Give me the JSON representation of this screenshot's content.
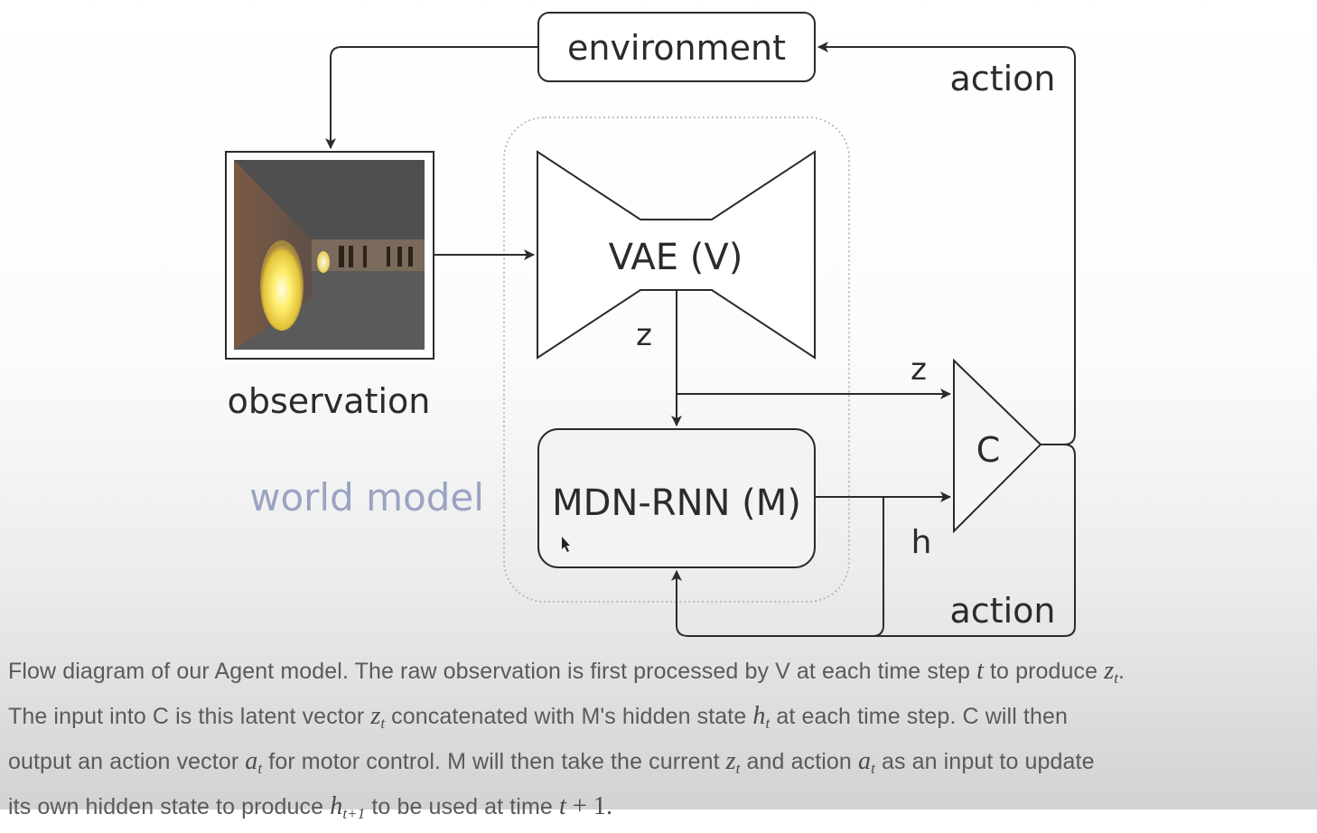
{
  "diagram": {
    "nodes": {
      "environment": "environment",
      "observation": "observation",
      "vae": "VAE (V)",
      "mdn_rnn": "MDN-RNN (M)",
      "controller": "C",
      "world_model": "world model"
    },
    "edge_labels": {
      "action_top": "action",
      "action_bottom": "action",
      "z_vae": "z",
      "z_controller": "z",
      "h_controller": "h"
    },
    "colors": {
      "stroke": "#2b2b2b",
      "world_model_label": "#9aa3c2",
      "world_model_border": "#a9aec4"
    }
  },
  "caption": {
    "line1": {
      "a": "Flow diagram of our Agent model. The raw observation is first processed by V at each time step ",
      "t": "t",
      "b": " to produce ",
      "z": "z",
      "zsub": "t",
      "c": "."
    },
    "line2": {
      "a": "The input into C is this latent vector ",
      "z": "z",
      "zsub": "t",
      "b": " concatenated with M's hidden state ",
      "h": "h",
      "hsub": "t",
      "c": " at each time step. C will then"
    },
    "line3": {
      "a": "output an action vector ",
      "a1": "a",
      "a1sub": "t",
      "b": " for motor control. M will then take the current ",
      "z": "z",
      "zsub": "t",
      "c": " and action ",
      "a2": "a",
      "a2sub": "t",
      "d": " as an input to update"
    },
    "line4": {
      "a": "its own hidden state to produce ",
      "h": "h",
      "hsub": "t+1",
      "b": " to be used at time ",
      "t": "t",
      "c": " + 1."
    }
  }
}
